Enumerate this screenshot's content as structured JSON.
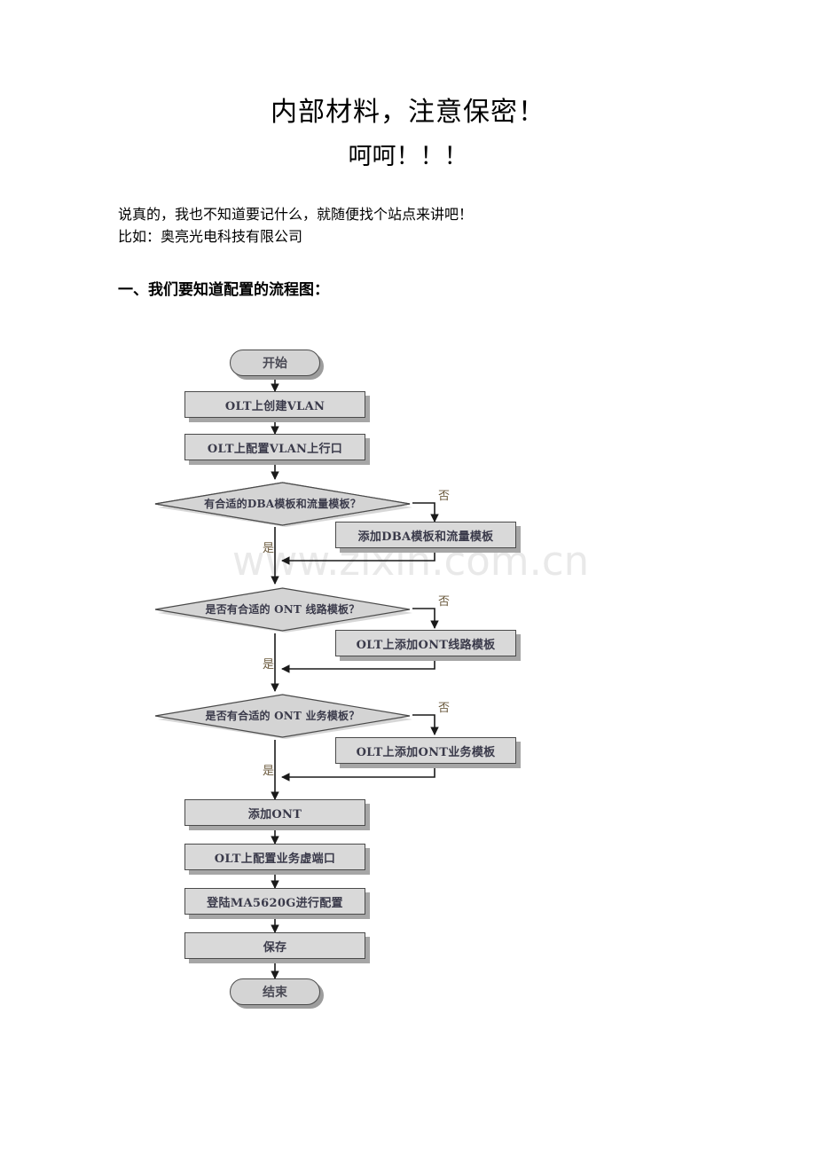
{
  "document": {
    "title_main": "内部材料，注意保密！",
    "title_sub": "呵呵！！！",
    "paragraph_line1": "说真的，我也不知道要记什么，就随便找个站点来讲吧！",
    "paragraph_line2": "比如：奥亮光电科技有限公司",
    "section_heading": "一、我们要知道配置的流程图：",
    "watermark": "www.zixin.com.cn"
  },
  "colors": {
    "node_fill": "#d9d9d9",
    "node_border": "#4a4a4a",
    "node_shadow": "#a6a6a6",
    "label_text": "#3a3a4a",
    "branch_text": "#6b5a3e",
    "watermark": "#e9e9e9",
    "connector": "#1a1a1a"
  },
  "flowchart": {
    "type": "flowchart",
    "title": "配置的流程图",
    "nodes": [
      {
        "id": "start",
        "shape": "terminator",
        "label": "开始"
      },
      {
        "id": "create_vlan",
        "shape": "process",
        "label": "OLT上创建VLAN"
      },
      {
        "id": "vlan_uplink",
        "shape": "process",
        "label": "OLT上配置VLAN上行口"
      },
      {
        "id": "dec_dba",
        "shape": "decision",
        "label": "有合适的DBA模板和流量模板？"
      },
      {
        "id": "add_dba",
        "shape": "process",
        "label": "添加DBA模板和流量模板"
      },
      {
        "id": "dec_ont_line",
        "shape": "decision",
        "label": "是否有合适的 ONT 线路模板？"
      },
      {
        "id": "add_ont_line",
        "shape": "process",
        "label": "OLT上添加ONT线路模板"
      },
      {
        "id": "dec_ont_srv",
        "shape": "decision",
        "label": "是否有合适的 ONT 业务模板？"
      },
      {
        "id": "add_ont_srv",
        "shape": "process",
        "label": "OLT上添加ONT业务模板"
      },
      {
        "id": "add_ont",
        "shape": "process",
        "label": "添加ONT"
      },
      {
        "id": "cfg_vport",
        "shape": "process",
        "label": "OLT上配置业务虚端口"
      },
      {
        "id": "login_ma",
        "shape": "process",
        "label": "登陆MA5620G进行配置"
      },
      {
        "id": "save",
        "shape": "process",
        "label": "保存"
      },
      {
        "id": "end",
        "shape": "terminator",
        "label": "结束"
      }
    ],
    "branch_labels": {
      "yes": "是",
      "no": "否"
    },
    "edges": [
      {
        "from": "start",
        "to": "create_vlan",
        "label": ""
      },
      {
        "from": "create_vlan",
        "to": "vlan_uplink",
        "label": ""
      },
      {
        "from": "vlan_uplink",
        "to": "dec_dba",
        "label": ""
      },
      {
        "from": "dec_dba",
        "to": "add_dba",
        "label": "否"
      },
      {
        "from": "dec_dba",
        "to": "dec_ont_line",
        "label": "是"
      },
      {
        "from": "add_dba",
        "to": "dec_ont_line",
        "label": ""
      },
      {
        "from": "dec_ont_line",
        "to": "add_ont_line",
        "label": "否"
      },
      {
        "from": "dec_ont_line",
        "to": "dec_ont_srv",
        "label": "是"
      },
      {
        "from": "add_ont_line",
        "to": "dec_ont_srv",
        "label": ""
      },
      {
        "from": "dec_ont_srv",
        "to": "add_ont_srv",
        "label": "否"
      },
      {
        "from": "dec_ont_srv",
        "to": "add_ont",
        "label": "是"
      },
      {
        "from": "add_ont_srv",
        "to": "add_ont",
        "label": ""
      },
      {
        "from": "add_ont",
        "to": "cfg_vport",
        "label": ""
      },
      {
        "from": "cfg_vport",
        "to": "login_ma",
        "label": ""
      },
      {
        "from": "login_ma",
        "to": "save",
        "label": ""
      },
      {
        "from": "save",
        "to": "end",
        "label": ""
      }
    ]
  }
}
